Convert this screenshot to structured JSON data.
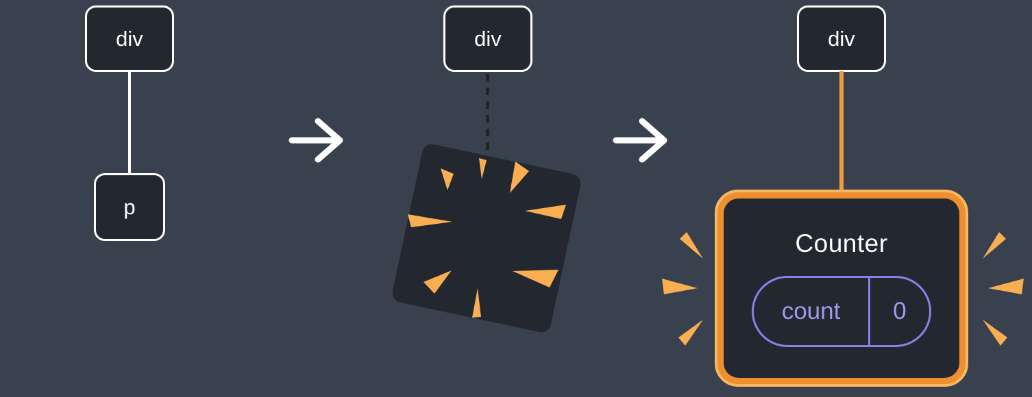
{
  "stages": {
    "before": {
      "parent_node": "div",
      "child_node": "p"
    },
    "clearing": {
      "parent_node": "div"
    },
    "after": {
      "parent_node": "div",
      "component_title": "Counter",
      "state_key": "count",
      "state_value": "0"
    }
  },
  "icons": {
    "arrow": "arrow-right-icon",
    "explosion": "explosion-icon",
    "sparkle": "sparkle-icon"
  },
  "colors": {
    "background": "#39414f",
    "node_fill": "#23272f",
    "node_border": "#ffffff",
    "text": "#ffffff",
    "edge_solid": "#ffffff",
    "edge_dashed": "#20242c",
    "edge_orange": "#f09b40",
    "card_border_orange": "#ed8e2f",
    "card_border_orange_light": "#f8b763",
    "spike_orange": "#f9ae52",
    "state_purple_text": "#9c9bef",
    "state_purple_border": "#8583e8"
  }
}
